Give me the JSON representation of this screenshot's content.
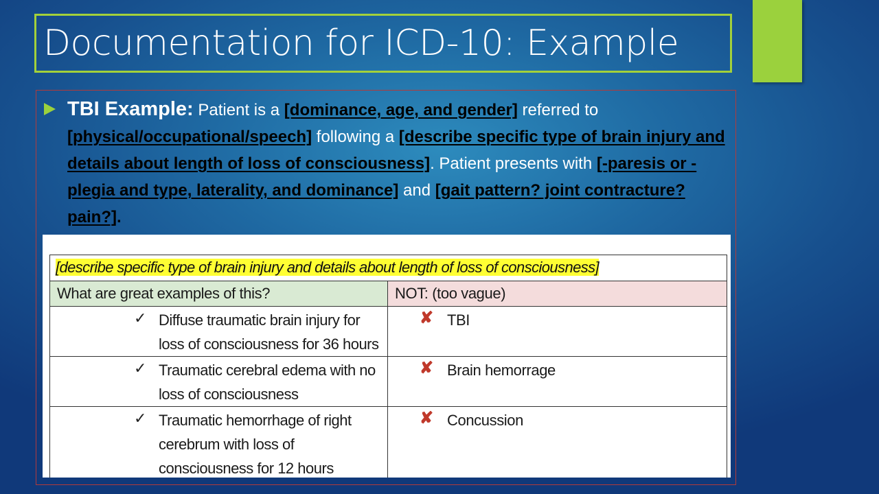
{
  "slide": {
    "title": "Documentation for ICD-10: Example",
    "colors": {
      "accent": "#9bd13d",
      "text": "#ffffff",
      "highlight": "#ffff33",
      "cross": "#c0392b"
    }
  },
  "paragraph": {
    "lead": "TBI Example:",
    "p1": " Patient is a ",
    "b1": "[dominance, age, and gender]",
    "p2": " referred to ",
    "b2": "[physical/occupational/speech]",
    "p3": " following a ",
    "b3": "[describe specific type of brain injury and details about length of loss of consciousness]",
    "p4": ". Patient presents with ",
    "b4": "[-paresis or -plegia and type, laterality, and dominance]",
    "p5": " and ",
    "b5": "[gait pattern? joint contracture? pain?]",
    "p6": "."
  },
  "table": {
    "header": "[describe specific type of brain injury and details about length of loss of consciousness]",
    "col_good": "What are great examples of this?",
    "col_bad": "NOT: (too vague)",
    "check_icon": "✓",
    "cross_icon": "✘",
    "rows": [
      {
        "good": "Diffuse traumatic brain injury for loss of consciousness for 36 hours",
        "bad": "TBI"
      },
      {
        "good": "Traumatic cerebral edema with no loss of consciousness",
        "bad": "Brain hemorrage"
      },
      {
        "good": "Traumatic hemorrhage of right cerebrum with loss of consciousness for 12 hours",
        "bad": "Concussion"
      }
    ]
  }
}
